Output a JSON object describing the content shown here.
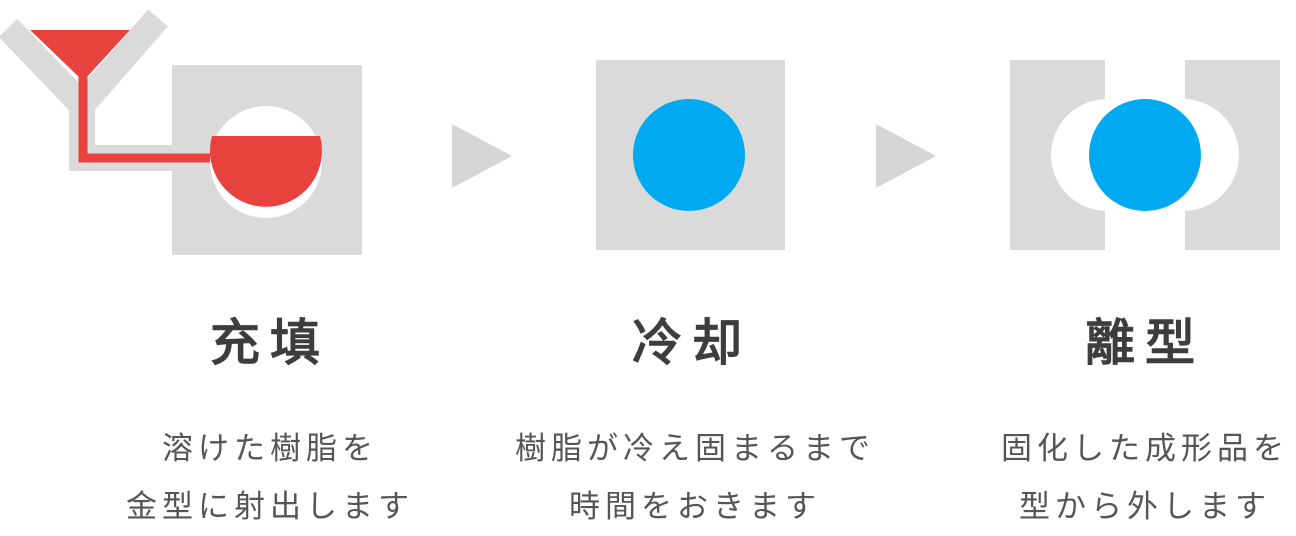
{
  "colors": {
    "mold_gray": "#dadada",
    "resin_red": "#e8423f",
    "resin_blue": "#00a9f0",
    "arrow_gray": "#d6d6d6"
  },
  "steps": [
    {
      "title": "充填",
      "desc_lines": [
        "溶けた樹脂を",
        "金型に射出します"
      ]
    },
    {
      "title": "冷却",
      "desc_lines": [
        "樹脂が冷え固まるまで",
        "時間をおきます"
      ]
    },
    {
      "title": "離型",
      "desc_lines": [
        "固化した成形品を",
        "型から外します"
      ]
    }
  ]
}
